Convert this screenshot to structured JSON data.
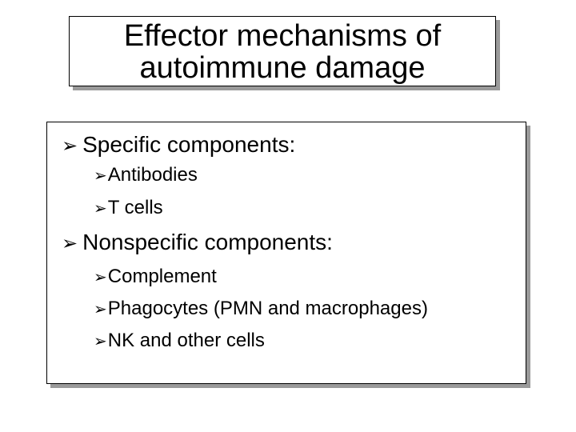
{
  "slide": {
    "title_line1": "Effector mechanisms of",
    "title_line2": "autoimmune damage",
    "bullet_glyph": "➢",
    "sections": [
      {
        "heading": "Specific components:",
        "items": [
          "Antibodies",
          "T cells"
        ]
      },
      {
        "heading": "Nonspecific components:",
        "items": [
          "Complement",
          "Phagocytes (PMN and macrophages)",
          "NK and other cells"
        ]
      }
    ]
  }
}
